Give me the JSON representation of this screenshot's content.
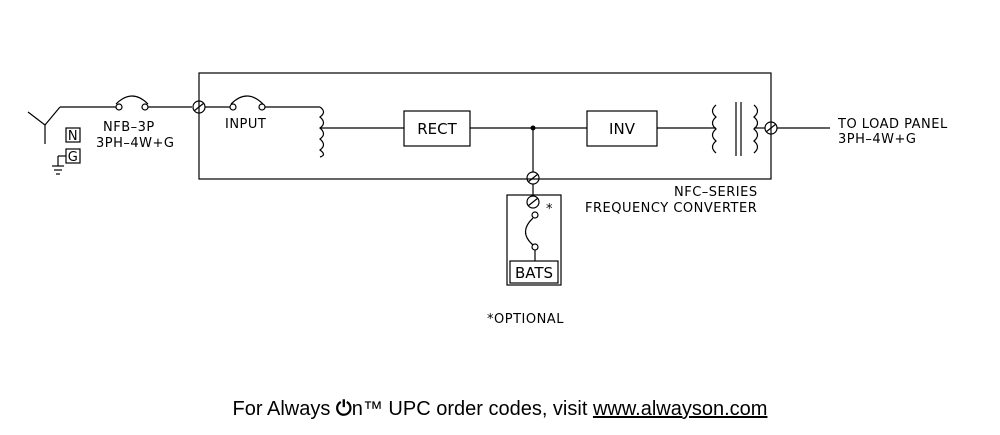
{
  "labels": {
    "breaker": "NFB–3P",
    "supply": "3PH–4W+G",
    "n": "N",
    "g": "G",
    "input": "INPUT",
    "rect": "RECT",
    "inv": "INV",
    "to_load_line1": "TO LOAD PANEL",
    "to_load_line2": "3PH–4W+G",
    "series_line1": "NFC–SERIES",
    "series_line2": "FREQUENCY CONVERTER",
    "asterisk": "*",
    "bats": "BATS",
    "optional": "*OPTIONAL"
  },
  "footer": {
    "prefix": "For Always ",
    "power_glyph": "⏻",
    "brand_suffix": "n™ UPC order codes, visit ",
    "link": "www.alwayson.com"
  }
}
